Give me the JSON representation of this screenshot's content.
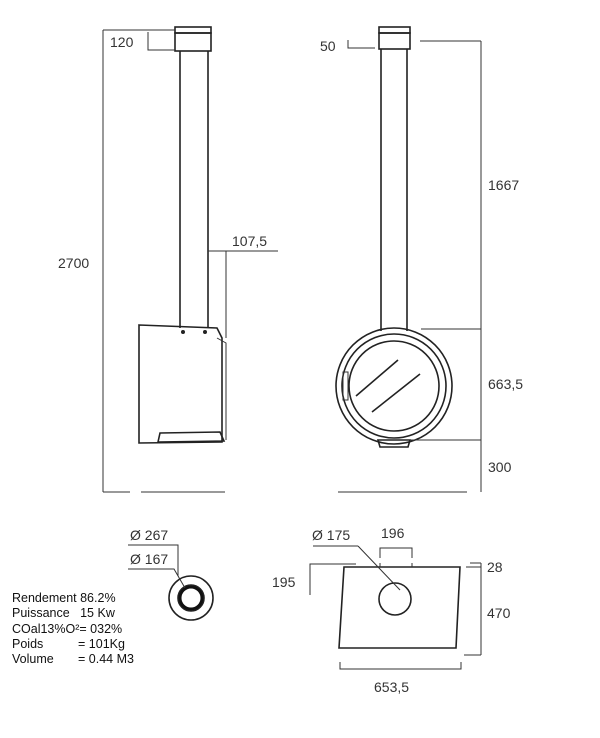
{
  "dimensions": {
    "front_top_offset": "120",
    "total_height": "2700",
    "flue_offset": "107,5",
    "side_top_offset": "50",
    "flue_height": "1667",
    "body_height": "663,5",
    "base_height": "300",
    "outer_diameter": "Ø 267",
    "inner_diameter": "Ø 167",
    "top_flue_diameter": "Ø 175",
    "top_collar_width": "196",
    "top_depth": "195",
    "top_collar_height": "28",
    "plan_depth": "470",
    "plan_width": "653,5"
  },
  "specs": [
    {
      "label": "Rendement",
      "sep": " ",
      "value": "86.2%"
    },
    {
      "label": "Puissance",
      "sep": "   ",
      "value": "15 Kw"
    },
    {
      "label": "COal13%O²",
      "sep": "= ",
      "value": "032%"
    },
    {
      "label": "Poids",
      "sep": "          = ",
      "value": "101Kg"
    },
    {
      "label": "Volume",
      "sep": "       = ",
      "value": "0.44 M3"
    }
  ]
}
